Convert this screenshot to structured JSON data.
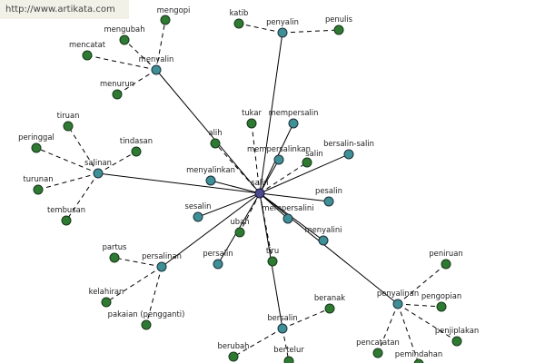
{
  "watermark": "http://www.artikata.com",
  "colors": {
    "center": "#4b4b8c",
    "hub": "#3f8f96",
    "leaf": "#2f7a33"
  },
  "center": "salin",
  "nodes": [
    {
      "id": "salin",
      "label": "salin",
      "kind": "center"
    },
    {
      "id": "menyalin",
      "label": "menyalin",
      "kind": "hub"
    },
    {
      "id": "penyalin",
      "label": "penyalin",
      "kind": "hub"
    },
    {
      "id": "salinan",
      "label": "salinan",
      "kind": "hub"
    },
    {
      "id": "persalinan",
      "label": "persalinan",
      "kind": "hub"
    },
    {
      "id": "bersalin",
      "label": "bersalin",
      "kind": "hub"
    },
    {
      "id": "penyalinan",
      "label": "penyalinan",
      "kind": "hub"
    },
    {
      "id": "mempersalin",
      "label": "mempersalin",
      "kind": "hub"
    },
    {
      "id": "mempersalinkan",
      "label": "mempersalinkan",
      "kind": "hub"
    },
    {
      "id": "bersalin-salin",
      "label": "bersalin-salin",
      "kind": "hub"
    },
    {
      "id": "pesalin",
      "label": "pesalin",
      "kind": "hub"
    },
    {
      "id": "mempersalini",
      "label": "mempersalini",
      "kind": "hub"
    },
    {
      "id": "menyalini",
      "label": "menyalini",
      "kind": "hub"
    },
    {
      "id": "menyalinkan",
      "label": "menyalinkan",
      "kind": "hub"
    },
    {
      "id": "sesalin",
      "label": "sesalin",
      "kind": "hub"
    },
    {
      "id": "persalin",
      "label": "persalin",
      "kind": "hub"
    },
    {
      "id": "mengopi",
      "label": "mengopi",
      "kind": "leaf"
    },
    {
      "id": "mengubah",
      "label": "mengubah",
      "kind": "leaf"
    },
    {
      "id": "mencatat",
      "label": "mencatat",
      "kind": "leaf"
    },
    {
      "id": "menurun",
      "label": "menurun",
      "kind": "leaf"
    },
    {
      "id": "katib",
      "label": "katib",
      "kind": "leaf"
    },
    {
      "id": "penulis",
      "label": "penulis",
      "kind": "leaf"
    },
    {
      "id": "tiruan",
      "label": "tiruan",
      "kind": "leaf"
    },
    {
      "id": "peringgal",
      "label": "peringgal",
      "kind": "leaf"
    },
    {
      "id": "tindasan",
      "label": "tindasan",
      "kind": "leaf"
    },
    {
      "id": "turunan",
      "label": "turunan",
      "kind": "leaf"
    },
    {
      "id": "tembusan",
      "label": "tembusan",
      "kind": "leaf"
    },
    {
      "id": "alih",
      "label": "alih",
      "kind": "leaf"
    },
    {
      "id": "tukar",
      "label": "tukar",
      "kind": "leaf"
    },
    {
      "id": "salin-leaf",
      "label": "salin",
      "kind": "leaf"
    },
    {
      "id": "ubah",
      "label": "ubah",
      "kind": "leaf"
    },
    {
      "id": "tiru",
      "label": "tiru",
      "kind": "leaf"
    },
    {
      "id": "partus",
      "label": "partus",
      "kind": "leaf"
    },
    {
      "id": "kelahiran",
      "label": "kelahiran",
      "kind": "leaf"
    },
    {
      "id": "pakaian",
      "label": "pakaian (pengganti)",
      "kind": "leaf"
    },
    {
      "id": "beranak",
      "label": "beranak",
      "kind": "leaf"
    },
    {
      "id": "berubah",
      "label": "berubah",
      "kind": "leaf"
    },
    {
      "id": "bertelur",
      "label": "bertelur",
      "kind": "leaf"
    },
    {
      "id": "peniruan",
      "label": "peniruan",
      "kind": "leaf"
    },
    {
      "id": "pengopian",
      "label": "pengopian",
      "kind": "leaf"
    },
    {
      "id": "penjiplakan",
      "label": "penjiplakan",
      "kind": "leaf"
    },
    {
      "id": "pencatatan",
      "label": "pencatatan",
      "kind": "leaf"
    },
    {
      "id": "pemindahan",
      "label": "pemindahan",
      "kind": "leaf"
    }
  ],
  "edges": [
    {
      "from": "salin",
      "to": "menyalin",
      "style": "solid"
    },
    {
      "from": "salin",
      "to": "penyalin",
      "style": "solid"
    },
    {
      "from": "salin",
      "to": "salinan",
      "style": "solid"
    },
    {
      "from": "salin",
      "to": "persalinan",
      "style": "solid"
    },
    {
      "from": "salin",
      "to": "bersalin",
      "style": "solid"
    },
    {
      "from": "salin",
      "to": "penyalinan",
      "style": "solid"
    },
    {
      "from": "salin",
      "to": "mempersalin",
      "style": "solid"
    },
    {
      "from": "salin",
      "to": "mempersalinkan",
      "style": "solid"
    },
    {
      "from": "salin",
      "to": "bersalin-salin",
      "style": "solid"
    },
    {
      "from": "salin",
      "to": "pesalin",
      "style": "solid"
    },
    {
      "from": "salin",
      "to": "mempersalini",
      "style": "solid"
    },
    {
      "from": "salin",
      "to": "menyalini",
      "style": "solid"
    },
    {
      "from": "salin",
      "to": "menyalinkan",
      "style": "solid"
    },
    {
      "from": "salin",
      "to": "sesalin",
      "style": "solid"
    },
    {
      "from": "salin",
      "to": "persalin",
      "style": "solid"
    },
    {
      "from": "salin",
      "to": "alih",
      "style": "dashed"
    },
    {
      "from": "salin",
      "to": "tukar",
      "style": "dashed"
    },
    {
      "from": "salin",
      "to": "salin-leaf",
      "style": "dashed"
    },
    {
      "from": "salin",
      "to": "ubah",
      "style": "dashed"
    },
    {
      "from": "salin",
      "to": "tiru",
      "style": "dashed"
    },
    {
      "from": "menyalin",
      "to": "mengopi",
      "style": "dashed"
    },
    {
      "from": "menyalin",
      "to": "mengubah",
      "style": "dashed"
    },
    {
      "from": "menyalin",
      "to": "mencatat",
      "style": "dashed"
    },
    {
      "from": "menyalin",
      "to": "menurun",
      "style": "dashed"
    },
    {
      "from": "penyalin",
      "to": "katib",
      "style": "dashed"
    },
    {
      "from": "penyalin",
      "to": "penulis",
      "style": "dashed"
    },
    {
      "from": "salinan",
      "to": "tiruan",
      "style": "dashed"
    },
    {
      "from": "salinan",
      "to": "peringgal",
      "style": "dashed"
    },
    {
      "from": "salinan",
      "to": "tindasan",
      "style": "dashed"
    },
    {
      "from": "salinan",
      "to": "turunan",
      "style": "dashed"
    },
    {
      "from": "salinan",
      "to": "tembusan",
      "style": "dashed"
    },
    {
      "from": "persalinan",
      "to": "partus",
      "style": "dashed"
    },
    {
      "from": "persalinan",
      "to": "kelahiran",
      "style": "dashed"
    },
    {
      "from": "persalinan",
      "to": "pakaian",
      "style": "dashed"
    },
    {
      "from": "bersalin",
      "to": "beranak",
      "style": "dashed"
    },
    {
      "from": "bersalin",
      "to": "berubah",
      "style": "dashed"
    },
    {
      "from": "bersalin",
      "to": "bertelur",
      "style": "dashed"
    },
    {
      "from": "penyalinan",
      "to": "peniruan",
      "style": "dashed"
    },
    {
      "from": "penyalinan",
      "to": "pengopian",
      "style": "dashed"
    },
    {
      "from": "penyalinan",
      "to": "penjiplakan",
      "style": "dashed"
    },
    {
      "from": "penyalinan",
      "to": "pencatatan",
      "style": "dashed"
    },
    {
      "from": "penyalinan",
      "to": "pemindahan",
      "style": "dashed"
    }
  ]
}
